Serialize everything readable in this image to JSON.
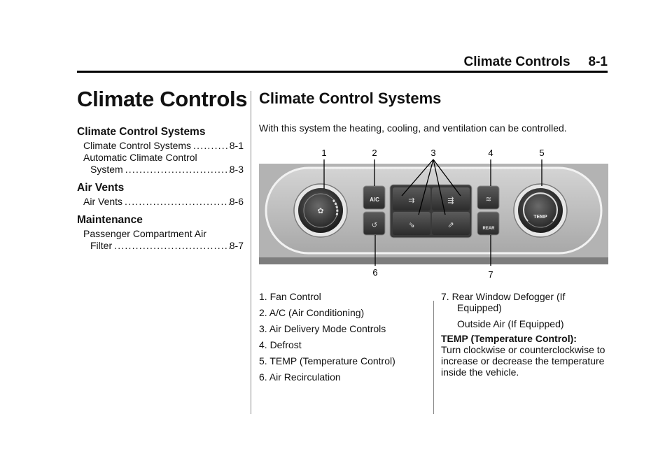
{
  "header": {
    "section": "Climate Controls",
    "page": "8-1"
  },
  "left": {
    "title": "Climate Controls",
    "toc": [
      {
        "heading": "Climate Control Systems"
      },
      {
        "heading": "Air Vents"
      },
      {
        "heading": "Maintenance"
      }
    ],
    "entries": {
      "ccs": {
        "text": "Climate Control Systems",
        "page": "8-1"
      },
      "acc_line1": "Automatic Climate Control",
      "acc_line2": {
        "text": "System",
        "page": "8-3"
      },
      "vents": {
        "text": "Air Vents",
        "page": "8-6"
      },
      "pca_line1": "Passenger Compartment Air",
      "pca_line2": {
        "text": "Filter",
        "page": "8-7"
      }
    }
  },
  "right": {
    "title": "Climate Control Systems",
    "intro": "With this system the heating, cooling, and ventilation can be controlled."
  },
  "figure": {
    "callouts": [
      "1",
      "2",
      "3",
      "4",
      "5",
      "6",
      "7"
    ],
    "labels": {
      "ac": "A/C",
      "rear": "REAR",
      "temp": "TEMP"
    }
  },
  "legend": {
    "items": [
      "1. Fan Control",
      "2. A/C (Air Conditioning)",
      "3. Air Delivery Mode Controls",
      "4. Defrost",
      "5. TEMP (Temperature Control)",
      "6. Air Recirculation"
    ],
    "item7_a": "7. Rear Window Defogger (If",
    "item7_b": "Equipped)",
    "item7_extra": "Outside Air (If Equipped)",
    "temp_heading": "TEMP (Temperature Control):",
    "temp_text": "Turn clockwise or counterclockwise to increase or decrease the temperature inside the vehicle."
  }
}
